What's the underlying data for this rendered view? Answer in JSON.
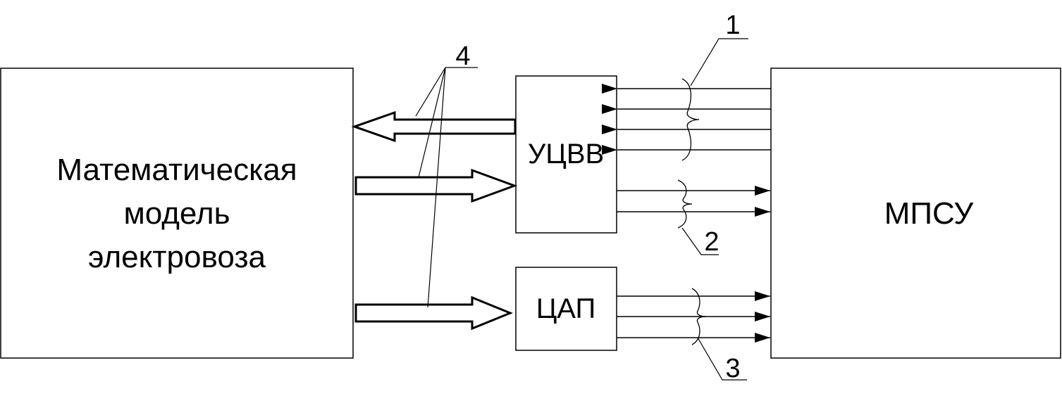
{
  "colors": {
    "stroke": "#000000",
    "background": "#ffffff"
  },
  "blocks": {
    "model": {
      "lines": [
        "Математическая",
        "модель",
        "электровоза"
      ]
    },
    "uczvv": {
      "label": "УЦВВ"
    },
    "cap": {
      "label": "ЦАП"
    },
    "mpsu": {
      "label": "МПСУ"
    }
  },
  "callouts": {
    "c1": "1",
    "c2": "2",
    "c3": "3",
    "c4": "4"
  }
}
